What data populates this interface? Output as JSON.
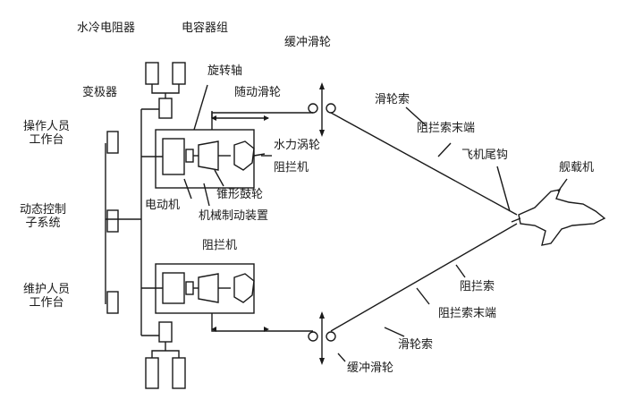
{
  "labels": {
    "water_resistor": "水冷电阻器",
    "capacitor_bank": "电容器组",
    "rotary_shaft": "旋转轴",
    "converter": "变极器",
    "follow_pulley": "随动滑轮",
    "buffer_pulley_top": "缓冲滑轮",
    "pulley_cable_top": "滑轮索",
    "cable_end_top": "阻拦索末端",
    "hydro_turbine": "水力涡轮",
    "arrester_top": "阻拦机",
    "operator_station_l1": "操作人员",
    "operator_station_l2": "工作台",
    "dynamic_control_l1": "动态控制",
    "dynamic_control_l2": "子系统",
    "maintenance_station_l1": "维护人员",
    "maintenance_station_l2": "工作台",
    "motor": "电动机",
    "cone_drum": "锥形鼓轮",
    "mech_brake": "机械制动装置",
    "tailhook": "飞机尾钩",
    "carrier_aircraft": "舰载机",
    "arrester_bottom": "阻拦机",
    "arresting_cable": "阻拦索",
    "cable_end_bottom": "阻拦索末端",
    "pulley_cable_bottom": "滑轮索",
    "buffer_pulley_bottom": "缓冲滑轮"
  }
}
